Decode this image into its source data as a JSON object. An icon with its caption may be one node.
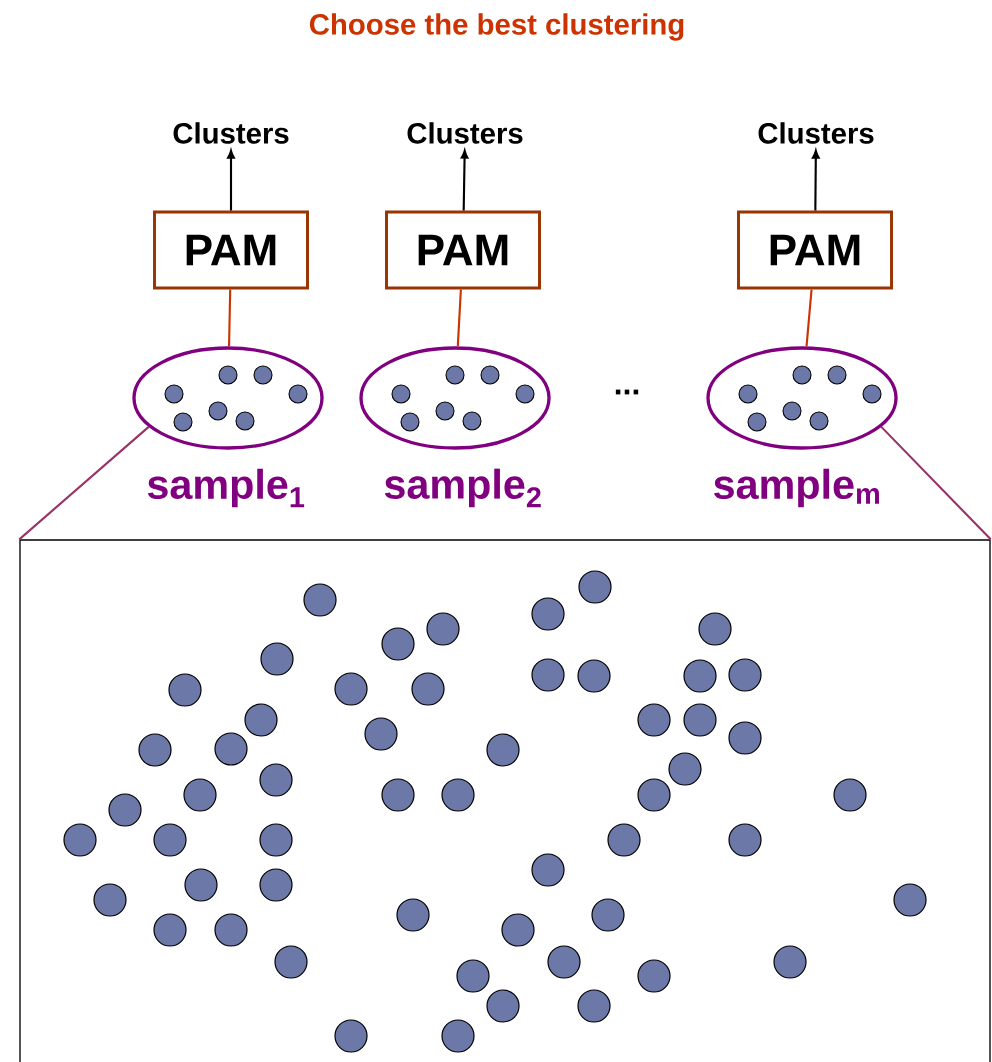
{
  "diagram": {
    "title": "Choose the best clustering",
    "nodes": [
      {
        "text": [
          "Clusters"
        ]
      },
      {
        "text": [
          "Clusters"
        ]
      },
      {
        "text": [
          "Clusters"
        ]
      },
      {
        "text": [
          "PAM"
        ]
      },
      {
        "text": [
          "PAM"
        ]
      },
      {
        "text": [
          "PAM"
        ]
      },
      {
        "text": [],
        "shape": "ellipse",
        "beside": [
          "sample$_{1}$"
        ]
      },
      {
        "text": [],
        "shape": "ellipse",
        "beside": [
          "sample$_{2}$"
        ]
      },
      {
        "text": [],
        "shape": "ellipse",
        "beside": [
          "sample$_{m}$"
        ]
      },
      {
        "text": [],
        "shape": "box"
      }
    ],
    "edges": [
      {
        "from": 3,
        "to": 0,
        "arrow": "to"
      },
      {
        "from": 4,
        "to": 1,
        "arrow": "to"
      },
      {
        "from": 5,
        "to": 2,
        "arrow": "to"
      },
      {
        "from": 6,
        "to": 3,
        "arrow": "none",
        "color": "#cc3300"
      },
      {
        "from": 7,
        "to": 4,
        "arrow": "none",
        "color": "#cc3300"
      },
      {
        "from": 8,
        "to": 5,
        "arrow": "none",
        "color": "#cc3300"
      },
      {
        "from": 6,
        "to": 9,
        "arrow": "none",
        "color": "#993366"
      },
      {
        "from": 8,
        "to": 9,
        "arrow": "none",
        "color": "#993366"
      }
    ],
    "labels": [
      "..."
    ]
  }
}
